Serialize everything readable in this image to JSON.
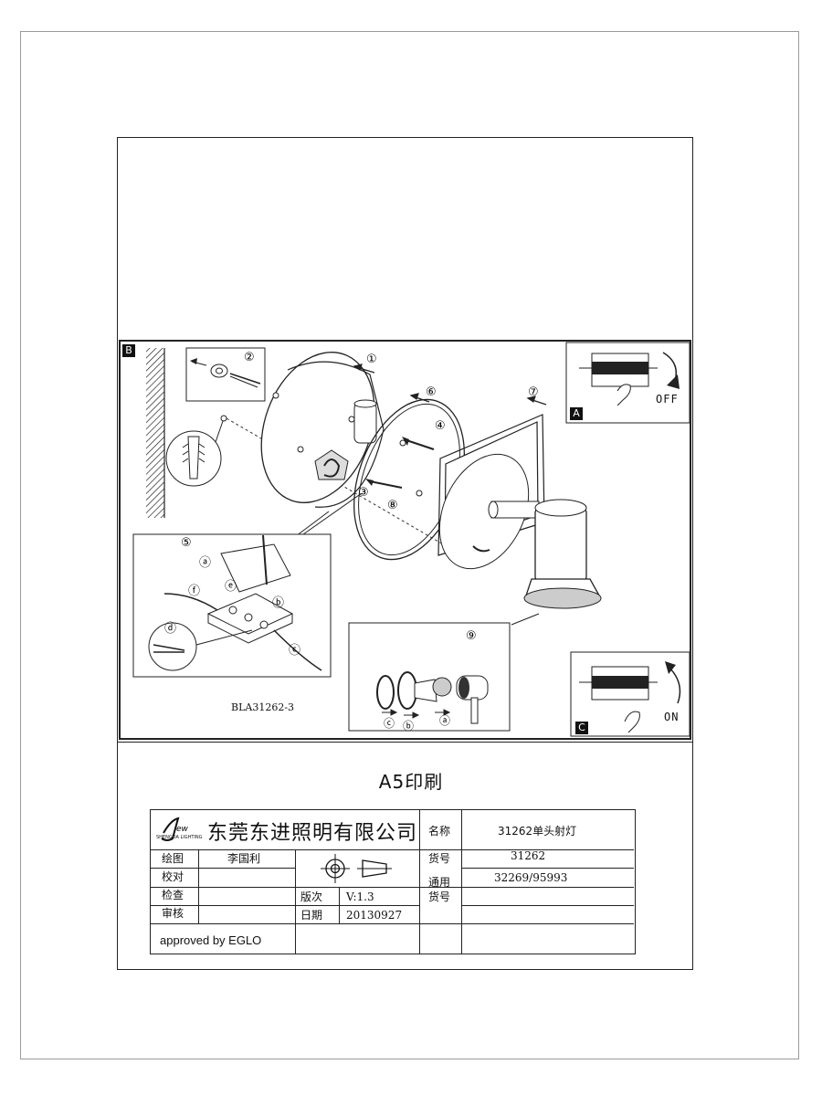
{
  "document": {
    "print_note": "A5印刷",
    "drawing_code": "BLA31262-3"
  },
  "panels": {
    "main_marker": "B",
    "switch_off_marker": "A",
    "switch_off_label": "OFF",
    "switch_on_marker": "C",
    "switch_on_label": "ON"
  },
  "steps": {
    "s1": "①",
    "s2": "②",
    "s3": "③",
    "s4": "④",
    "s5": "⑤",
    "s6": "⑥",
    "s7": "⑦",
    "s8": "⑧",
    "s9": "⑨",
    "a": "ⓐ",
    "b": "ⓑ",
    "c": "ⓒ",
    "d": "ⓓ",
    "e": "ⓔ",
    "f": "ⓕ"
  },
  "title_block": {
    "logo_text": "SHENGDA LIGHTING",
    "company": "东莞东进照明有限公司",
    "name_label": "名称",
    "name_value": "31262单头射灯",
    "drawn_label": "绘图",
    "drawn_value": "李国利",
    "check_label": "校对",
    "inspect_label": "检查",
    "review_label": "审核",
    "item_label": "货号",
    "item_value": "31262",
    "general_label_1": "通用",
    "general_label_2": "货号",
    "general_value": "32269/95993",
    "version_label": "版次",
    "version_value": "V:1.3",
    "date_label": "日期",
    "date_value": "20130927",
    "approved": "approved by EGLO"
  }
}
